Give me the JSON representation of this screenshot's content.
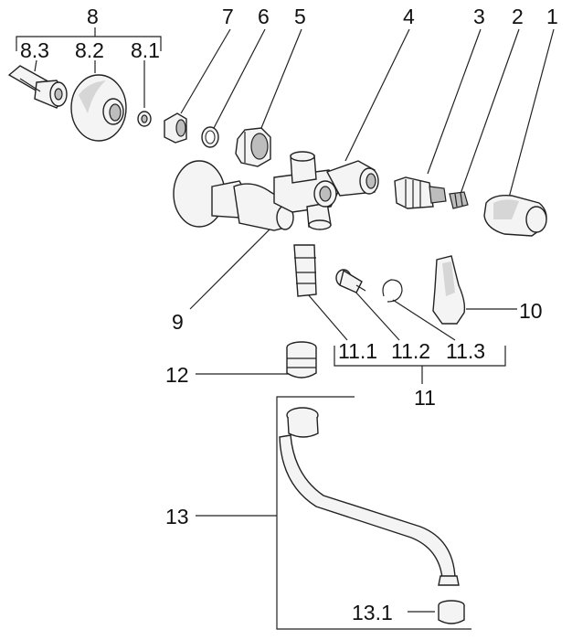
{
  "diagram": {
    "labels": {
      "p1": "1",
      "p2": "2",
      "p3": "3",
      "p4": "4",
      "p5": "5",
      "p6": "6",
      "p7": "7",
      "p8": "8",
      "p8_1": "8.1",
      "p8_2": "8.2",
      "p8_3": "8.3",
      "p9": "9",
      "p10": "10",
      "p11": "11",
      "p11_1": "11.1",
      "p11_2": "11.2",
      "p11_3": "11.3",
      "p12": "12",
      "p13": "13",
      "p13_1": "13.1"
    }
  }
}
